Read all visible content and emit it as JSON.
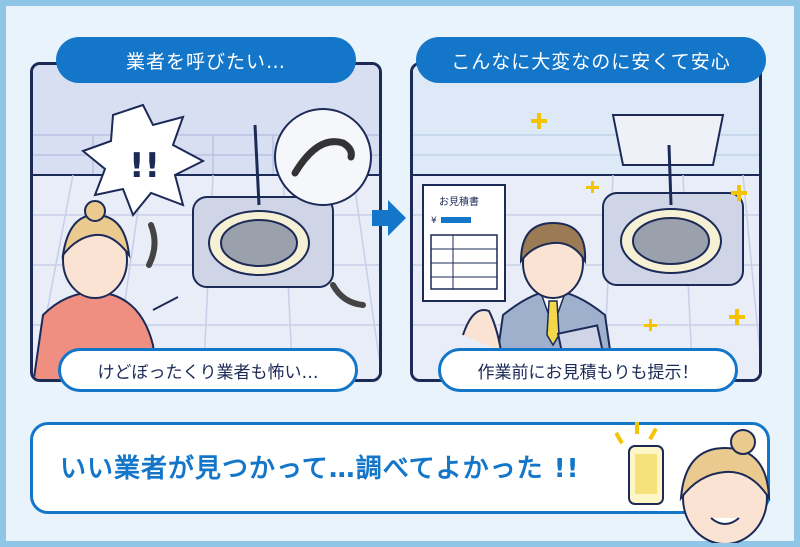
{
  "panels": {
    "left": {
      "speech": "業者を呼びたい…",
      "caption": "けどぼったくり業者も怖い…"
    },
    "right": {
      "speech": "こんなに大変なのに安くて安心",
      "caption": "作業前にお見積もりも提示！",
      "estimate_title": "お見積書",
      "estimate_yen": "¥"
    }
  },
  "bottom": {
    "message": "いい業者が見つかって…調べてよかった !!"
  },
  "colors": {
    "accent": "#1476c9",
    "outline": "#1c2a57",
    "frame": "#8fc6e8",
    "sparkle": "#f5c400",
    "apron": "#ee8f82"
  }
}
